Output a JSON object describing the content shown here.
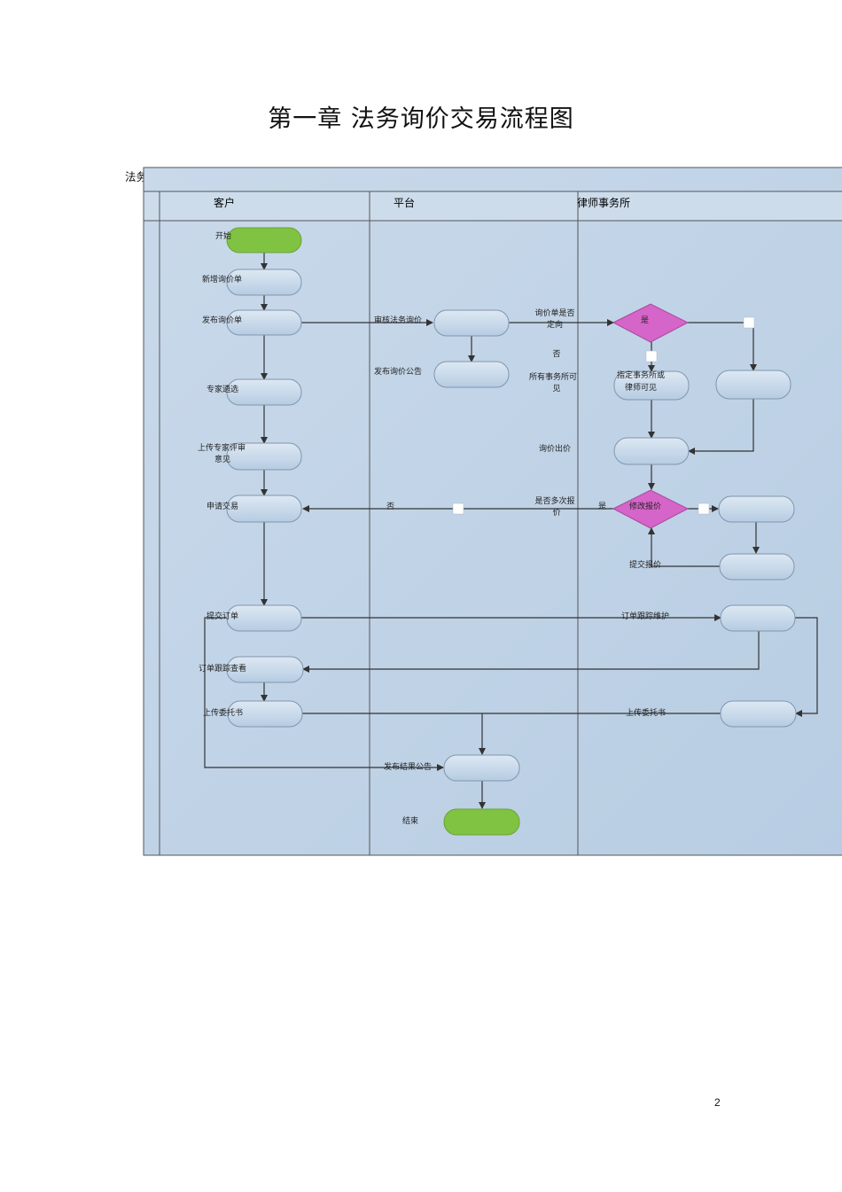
{
  "page": {
    "title": "第一章    法务询价交易流程图",
    "page_number": "2"
  },
  "diagram": {
    "caption": "法务询价交易流程图",
    "lanes": {
      "customer": "客户",
      "platform": "平台",
      "law_firm": "律师事务所"
    },
    "nodes": {
      "start": "开始",
      "new_inquiry": "新增询价单",
      "publish_inquiry": "发布询价单",
      "review_inquiry": "审核法务询价",
      "publish_notice": "发布询价公告",
      "is_directed_line1": "询价单是否",
      "is_directed_line2": "定向",
      "decision_yes": "是",
      "no_label": "否",
      "all_visible_line1": "所有事务所可",
      "all_visible_line2": "见",
      "designated_line1": "指定事务所或",
      "designated_line2": "律师可见",
      "expert_select": "专家遴选",
      "quote_bid": "询价出价",
      "expert_review_line1": "上传专家评审",
      "expert_review_line2": "意见",
      "apply_trade": "申请交易",
      "multi_quote_line1": "是否多次报",
      "multi_quote_line2": "价",
      "yes_label": "是",
      "no_label2": "否",
      "modify_quote": "修改报价",
      "submit_quote": "提交报价",
      "submit_order": "提交订单",
      "order_maintain": "订单跟踪维护",
      "order_view": "订单跟踪查看",
      "upload_commission_customer": "上传委托书",
      "upload_commission_firm": "上传委托书",
      "publish_result": "发布结果公告",
      "end": "结束"
    },
    "colors": {
      "lane_fill": "#c1d3e5",
      "header_fill": "#cdddeb",
      "process_fill": "#c7d9ea",
      "terminal_fill": "#80c342",
      "decision_fill": "#d565c8",
      "line": "#333333"
    }
  }
}
